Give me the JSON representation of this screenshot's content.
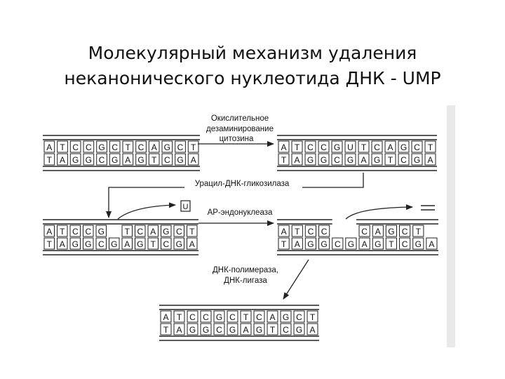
{
  "title": {
    "line1": "Молекулярный механизм удаления",
    "line2": "неканонического нуклеотида ДНК - UMP"
  },
  "labels": {
    "deamination": [
      "Окислительное",
      "дезаминирование",
      "цитозина"
    ],
    "glycosylase": "Урацил-ДНК-гликозилаза",
    "endonuclease": "АР-эндонуклеаза",
    "polymerase": [
      "ДНК-полимераза,",
      "ДНК-лигаза"
    ],
    "free_base": "U"
  },
  "strands": {
    "original": {
      "top": [
        "A",
        "T",
        "C",
        "C",
        "G",
        "C",
        "T",
        "C",
        "A",
        "G",
        "C",
        "T"
      ],
      "bottom": [
        "T",
        "A",
        "G",
        "G",
        "C",
        "G",
        "A",
        "G",
        "T",
        "C",
        "G",
        "A"
      ]
    },
    "deaminated": {
      "top": [
        "A",
        "T",
        "C",
        "C",
        "G",
        "U",
        "T",
        "C",
        "A",
        "G",
        "C",
        "T"
      ],
      "bottom": [
        "T",
        "A",
        "G",
        "G",
        "C",
        "G",
        "A",
        "G",
        "T",
        "C",
        "G",
        "A"
      ]
    },
    "abasic": {
      "top": [
        "A",
        "T",
        "C",
        "C",
        "G",
        "",
        "T",
        "C",
        "A",
        "G",
        "C",
        "T"
      ],
      "bottom": [
        "T",
        "A",
        "G",
        "G",
        "C",
        "G",
        "A",
        "G",
        "T",
        "C",
        "G",
        "A"
      ]
    },
    "gapped": {
      "top": [
        "A",
        "T",
        "C",
        "C",
        "",
        "",
        "C",
        "A",
        "G",
        "C",
        "T"
      ],
      "bottom": [
        "T",
        "A",
        "G",
        "G",
        "C",
        "G",
        "A",
        "G",
        "T",
        "C",
        "G",
        "A"
      ]
    },
    "repaired": {
      "top": [
        "A",
        "T",
        "C",
        "C",
        "G",
        "C",
        "T",
        "C",
        "A",
        "G",
        "C",
        "T"
      ],
      "bottom": [
        "T",
        "A",
        "G",
        "G",
        "C",
        "G",
        "A",
        "G",
        "T",
        "C",
        "G",
        "A"
      ]
    }
  }
}
